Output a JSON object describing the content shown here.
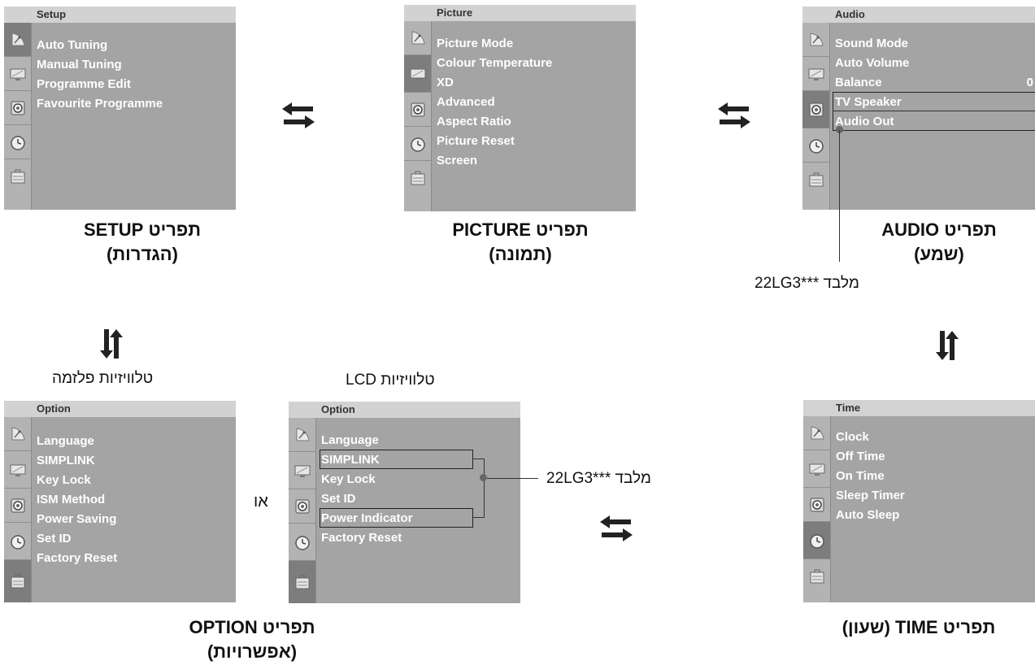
{
  "setup": {
    "title": "Setup",
    "items": [
      "Auto Tuning",
      "Manual Tuning",
      "Programme Edit",
      "Favourite Programme"
    ],
    "caption_line1": "תפריט SETUP",
    "caption_line2": "(הגדרות)"
  },
  "picture": {
    "title": "Picture",
    "items": [
      "Picture Mode",
      "Colour Temperature",
      "XD",
      "Advanced",
      "Aspect Ratio",
      "Picture Reset",
      "Screen"
    ],
    "caption_line1": "תפריט PICTURE",
    "caption_line2": "(תמונה)"
  },
  "audio": {
    "title": "Audio",
    "items": [
      "Sound Mode",
      "Auto Volume",
      "Balance",
      "TV Speaker",
      "Audio Out"
    ],
    "balance_value": "0",
    "caption_line1": "תפריט AUDIO",
    "caption_line2": "(שמע)",
    "model_note": "מלבד ***22LG3"
  },
  "time": {
    "title": "Time",
    "items": [
      "Clock",
      "Off Time",
      "On Time",
      "Sleep Timer",
      "Auto Sleep"
    ],
    "caption": "תפריט TIME (שעון)"
  },
  "option_plasma": {
    "label": "טלוויזיות פלזמה",
    "title": "Option",
    "items": [
      "Language",
      "SIMPLINK",
      "Key Lock",
      "ISM Method",
      "Power Saving",
      "Set ID",
      "Factory Reset"
    ]
  },
  "option_lcd": {
    "label": "טלוויזיות LCD",
    "title": "Option",
    "items": [
      "Language",
      "SIMPLINK",
      "Key Lock",
      "Set ID",
      "Power Indicator",
      "Factory Reset"
    ],
    "model_note": "מלבד ***22LG3"
  },
  "option": {
    "or_label": "או",
    "caption_line1": "תפריט OPTION",
    "caption_line2": "(אפשרויות)"
  },
  "icons": [
    "satellite-dish-icon",
    "tv-screen-icon",
    "speaker-icon",
    "clock-icon",
    "option-briefcase-icon"
  ],
  "colors": {
    "panel_bg": "#a4a4a4",
    "title_bar": "#d2d2d2",
    "selected_icon": "#7d7d7d",
    "item_text": "#ffffff"
  }
}
